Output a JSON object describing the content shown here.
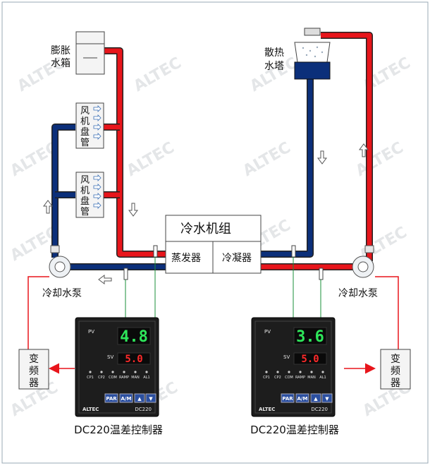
{
  "watermark": "ALTEC",
  "title_chiller": "冷水机组",
  "evaporator": "蒸发器",
  "condenser": "冷凝器",
  "expansion_tank": [
    "膨胀",
    "水箱"
  ],
  "cooling_tower": [
    "散热",
    "水塔"
  ],
  "fan_coil": [
    "风",
    "机",
    "盘",
    "管"
  ],
  "pump_left": "冷却水泵",
  "pump_right": "冷却水泵",
  "vfd": [
    "变",
    "频",
    "器"
  ],
  "controllers": [
    {
      "pv_label": "PV",
      "pv": "4.8",
      "sv_label": "SV",
      "sv": "5.0",
      "leds": [
        "CP1",
        "CP2",
        "COM",
        "RAMP",
        "MAN",
        "AL1"
      ],
      "buttons": [
        "PAR",
        "A/M",
        "▲",
        "▼"
      ],
      "brand": "ALTEC",
      "model": "DC220",
      "caption": "DC220温差控制器"
    },
    {
      "pv_label": "PV",
      "pv": "3.6",
      "sv_label": "SV",
      "sv": "5.0",
      "leds": [
        "CP1",
        "CP2",
        "COM",
        "RAMP",
        "MAN",
        "AL1"
      ],
      "buttons": [
        "PAR",
        "A/M",
        "▲",
        "▼"
      ],
      "brand": "ALTEC",
      "model": "DC220",
      "caption": "DC220温差控制器"
    }
  ],
  "colors": {
    "hot": "#e8151b",
    "cold": "#0b2f7a",
    "signal": "#1a8f3a",
    "panel": "#1d1d1d"
  }
}
